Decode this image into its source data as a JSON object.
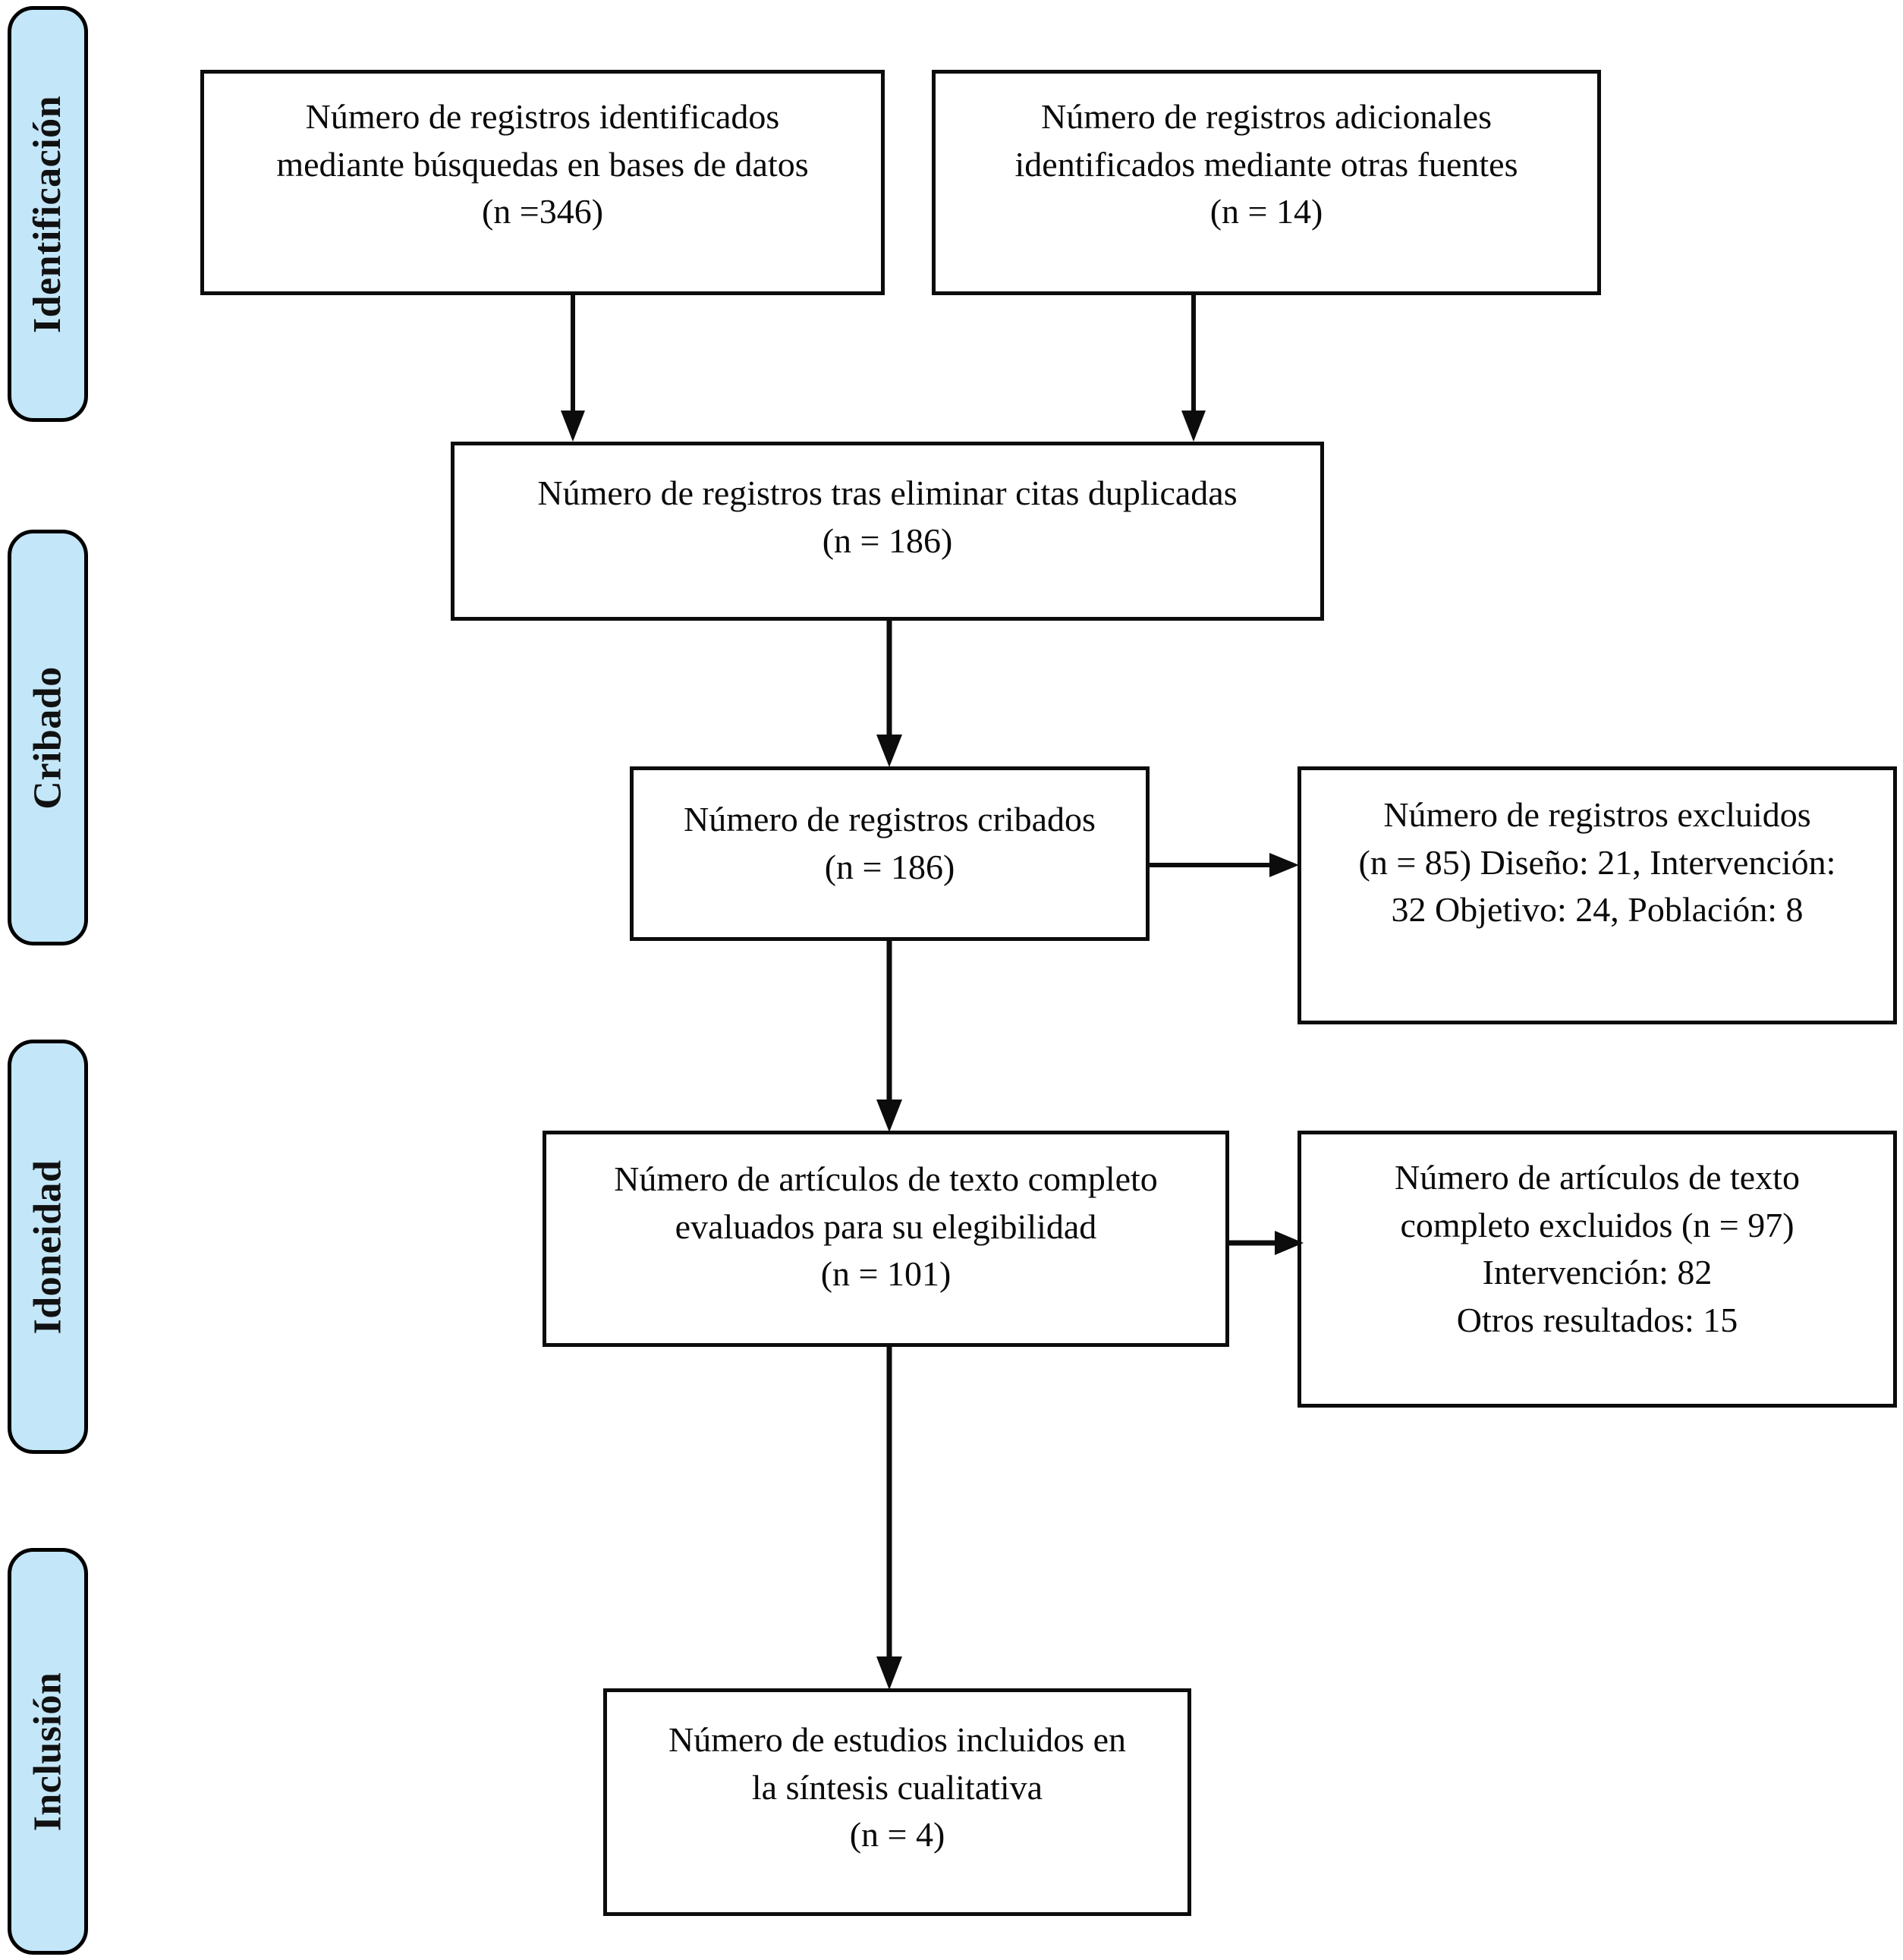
{
  "diagram": {
    "type": "prisma-flow-diagram",
    "language": "es",
    "accent_color": "#c3e6f8",
    "border_color": "#0c0c0c",
    "background_color": "#ffffff"
  },
  "phases": [
    {
      "id": "identificacion",
      "label": "Identificación"
    },
    {
      "id": "cribado",
      "label": "Cribado"
    },
    {
      "id": "idoneidad",
      "label": "Idoneidad"
    },
    {
      "id": "inclusion",
      "label": "Inclusión"
    }
  ],
  "boxes": {
    "records_databases": {
      "lines": [
        "Número de registros identificados",
        "mediante búsquedas en bases de datos",
        "(n =346)"
      ],
      "n": 346
    },
    "records_other_sources": {
      "lines": [
        "Número de registros adicionales",
        "identificados mediante otras fuentes",
        "(n = 14)"
      ],
      "n": 14
    },
    "records_after_duplicates": {
      "lines": [
        "Número de registros tras eliminar citas duplicadas",
        "(n = 186)"
      ],
      "n": 186
    },
    "records_screened": {
      "lines": [
        "Número de registros cribados",
        "(n = 186)"
      ],
      "n": 186
    },
    "records_excluded": {
      "lines": [
        "Número de registros excluidos",
        "(n = 85) Diseño: 21, Intervención:",
        "32 Objetivo: 24, Población: 8"
      ],
      "n": 85,
      "reasons": [
        {
          "label": "Diseño",
          "count": 21
        },
        {
          "label": "Intervención",
          "count": 32
        },
        {
          "label": "Objetivo",
          "count": 24
        },
        {
          "label": "Población",
          "count": 8
        }
      ]
    },
    "fulltext_assessed": {
      "lines": [
        "Número de artículos de texto completo",
        "evaluados para su elegibilidad",
        "(n = 101)"
      ],
      "n": 101
    },
    "fulltext_excluded": {
      "lines": [
        "Número de artículos de texto",
        "completo excluidos (n = 97)",
        "Intervención: 82",
        "Otros resultados: 15"
      ],
      "n": 97,
      "reasons": [
        {
          "label": "Intervención",
          "count": 82
        },
        {
          "label": "Otros resultados",
          "count": 15
        }
      ]
    },
    "studies_included": {
      "lines": [
        "Número de estudios incluidos en",
        "la síntesis cualitativa",
        "(n = 4)"
      ],
      "n": 4
    }
  }
}
